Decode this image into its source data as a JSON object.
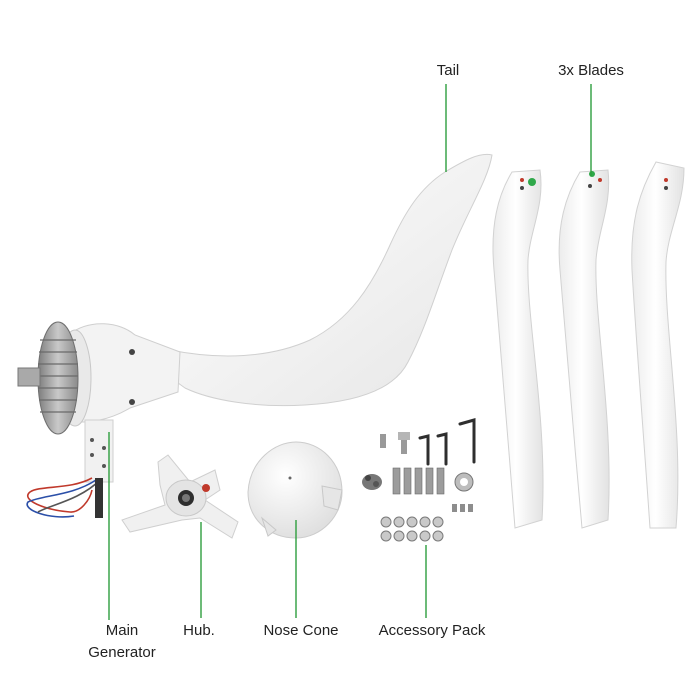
{
  "labels": {
    "tail": "Tail",
    "blades": "3x Blades",
    "generator_line1": "Main",
    "generator_line2": "Generator",
    "hub": "Hub.",
    "nose_cone": "Nose Cone",
    "accessory_pack": "Accessory Pack"
  },
  "colors": {
    "background": "#ffffff",
    "leader_line": "#2e9e3e",
    "part_white": "#f4f4f4",
    "part_shadow": "#d8d8d8",
    "generator_metal": "#9a9a9a",
    "hardware_dark": "#3a3a3a"
  }
}
